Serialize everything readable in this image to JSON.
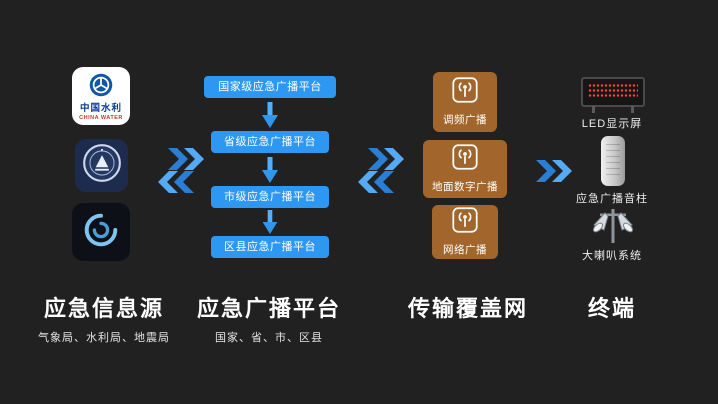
{
  "colors": {
    "background": "#212121",
    "platform_button_blue": "#2e97f2",
    "network_box_brown": "#a2662c",
    "arrow_blue": "#2f96ee",
    "title_text": "#ffffff"
  },
  "sources": {
    "title": "应急信息源",
    "subtitle": "气象局、水利局、地震局",
    "water_logo": {
      "cn": "中国水利",
      "en": "CHINA WATER"
    }
  },
  "platforms": {
    "title": "应急广播平台",
    "subtitle": "国家、省、市、区县",
    "levels": [
      "国家级应急广播平台",
      "省级应急广播平台",
      "市级应急广播平台",
      "区县应急广播平台"
    ]
  },
  "network": {
    "title": "传输覆盖网",
    "channels": [
      "调频广播",
      "地面数字广播",
      "网络广播"
    ]
  },
  "terminals": {
    "title": "终端",
    "devices": [
      "LED显示屏",
      "应急广播音柱",
      "大喇叭系统"
    ]
  },
  "icons": {
    "broadcast": "antenna-waves-icon",
    "down_arrow": "down-arrow-icon",
    "chevron_pair_right": "double-chevron-right-icon",
    "chevron_pair_left": "double-chevron-left-icon"
  }
}
